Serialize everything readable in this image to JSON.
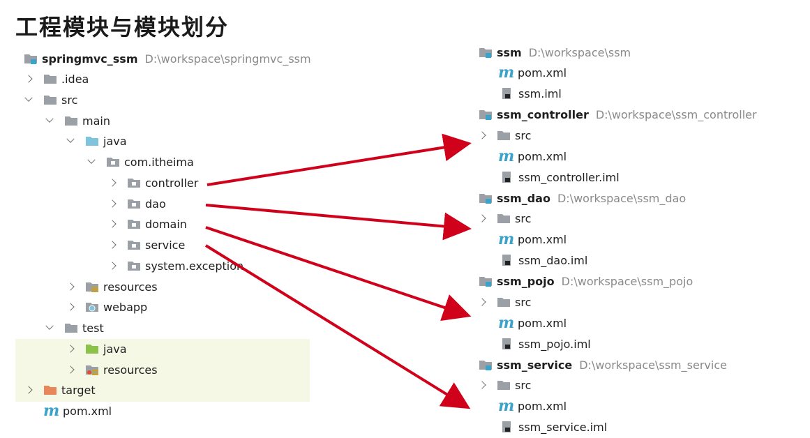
{
  "title": "工程模块与模块划分",
  "left_tree": {
    "root": {
      "name": "springmvc_ssm",
      "path": "D:\\workspace\\springmvc_ssm"
    },
    "items": [
      {
        "label": ".idea"
      },
      {
        "label": "src"
      },
      {
        "label": "main"
      },
      {
        "label": "java"
      },
      {
        "label": "com.itheima"
      },
      {
        "label": "controller"
      },
      {
        "label": "dao"
      },
      {
        "label": "domain"
      },
      {
        "label": "service"
      },
      {
        "label": "system.exception"
      },
      {
        "label": "resources"
      },
      {
        "label": "webapp"
      },
      {
        "label": "test"
      },
      {
        "label": "java"
      },
      {
        "label": "resources"
      },
      {
        "label": "target"
      },
      {
        "label": "pom.xml"
      }
    ]
  },
  "modules": [
    {
      "name": "ssm",
      "path": "D:\\workspace\\ssm",
      "children": [
        "pom.xml",
        "ssm.iml"
      ]
    },
    {
      "name": "ssm_controller",
      "path": "D:\\workspace\\ssm_controller",
      "children": [
        "src",
        "pom.xml",
        "ssm_controller.iml"
      ]
    },
    {
      "name": "ssm_dao",
      "path": "D:\\workspace\\ssm_dao",
      "children": [
        "src",
        "pom.xml",
        "ssm_dao.iml"
      ]
    },
    {
      "name": "ssm_pojo",
      "path": "D:\\workspace\\ssm_pojo",
      "children": [
        "src",
        "pom.xml",
        "ssm_pojo.iml"
      ]
    },
    {
      "name": "ssm_service",
      "path": "D:\\workspace\\ssm_service",
      "children": [
        "src",
        "pom.xml",
        "ssm_service.iml"
      ]
    }
  ],
  "icon_glyph": "m",
  "colors": {
    "arrow": "#d0021b",
    "folder": "#9aa0a6",
    "folder_blue": "#7ec4dc",
    "folder_green": "#8bc34a",
    "folder_orange": "#e8875a",
    "module_accent": "#3aa3c9",
    "highlight": "#f5f8e4"
  }
}
